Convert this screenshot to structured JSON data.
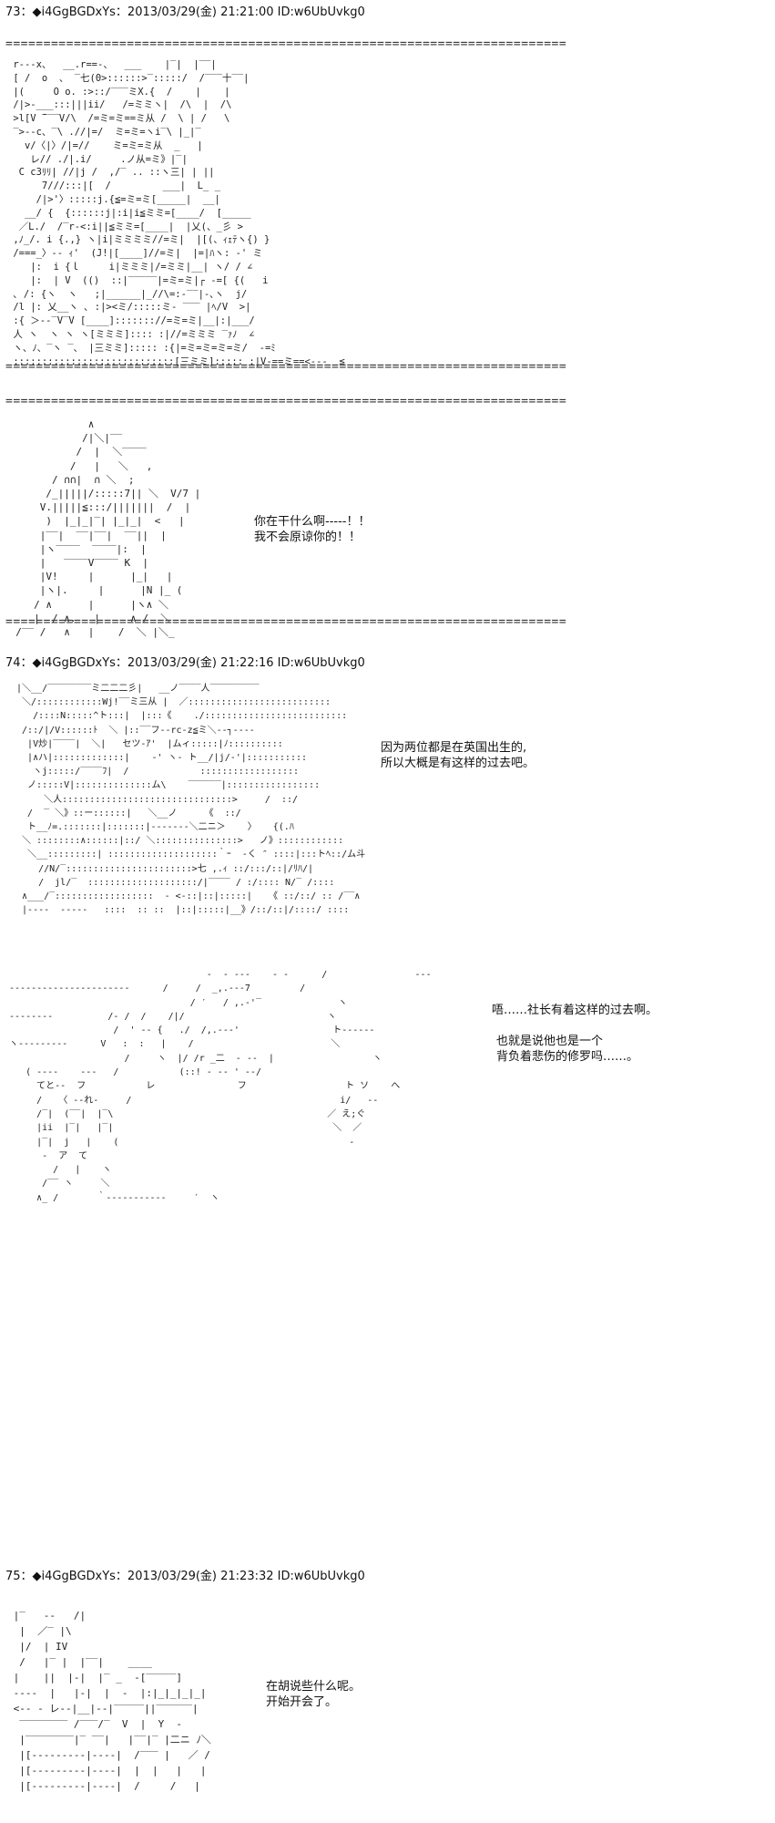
{
  "posts": [
    {
      "header": "73：◆i4GgBGDxYs：2013/03/29(金) 21:21:00 ID:w6UbUvkg0"
    },
    {
      "header": "74：◆i4GgBGDxYs：2013/03/29(金) 21:22:16 ID:w6UbUvkg0"
    },
    {
      "header": "75：◆i4GgBGDxYs：2013/03/29(金) 21:23:32 ID:w6UbUvkg0"
    }
  ],
  "separator": "==========================================================================",
  "speech": [
    {
      "lines": [
        "你在干什么啊-----！！",
        "我不会原谅你的！！"
      ]
    },
    {
      "lines": [
        "因为两位都是在英国出生的,",
        "所以大概是有这样的过去吧。"
      ]
    },
    {
      "lines": [
        "唔……社长有着这样的过去啊。"
      ]
    },
    {
      "lines": [
        "也就是说他也是一个",
        "背负着悲伤的修罗吗……。"
      ]
    },
    {
      "lines": [
        "在胡说些什么呢。",
        "开始开会了。"
      ]
    }
  ],
  "art": {
    "a1": " r‐--x、  __.r==-、  ___    |‾|  |‾‾|\n [ /  o  、 ‾七(0>::::::>‾:::::/  /‾‾‾十‾‾|\n |(     O o. :>::/‾‾‾ミX.{  /    |    |\n /|>-___:::|||ii/   /=ミミヽ|  /\\  |  /\\\n >l[V ̄‾‾‾V/\\  /=ミ=ミ==ミ从 /  \\ | /   \\\n ‾>--c、‾\\ .//|=/  ミ=ミ=ヽi‾\\ |_|‾\n   v/〈|〉/|=//    ミ=ミ=ミ从  _   |\n    レ// ./|.i/     .ノ从=ミ》|‾|\n  C c3ﾘﾘ| //|j /  ,/‾ .. ::ヽ三| | ||\n      7///:::|[  /         ___|  L_ _\n     /|>'〉:::::j.{≦=ミ=ミ[_____|  __|\n   __/ {  {::::::j|:i|i≦ミミ=[____/  [_____\n  ／L./  /‾r‐<:i||≦ミミ=[____|  |乂(、_彡 >\n ,ﾉ_/. i {.,} ヽ|i|ミミミミ//=ミ|  |[(、ｨｪﾃヽ{) }\n /===_〉‐- ｨ'  (J!|[____]//=ミ|  |=|ﾊヽ: ‐' ミ\n    |:  i {ｌ     i|ミミミ|/=ミミ|__| ヽ/ / ∠\n    |:  | V  (()  ::|‾‾‾‾‾|=ミ=ミ|┌ ‐=[ {(   i\n ､ /: {ヽ  ヽ   ;|______|_//\\=:-‾‾|‐､ヽ  j/\n /l |: 乂__ヽ ､ :|><ミ/:::::ミ‐ ‾‾‾ |ﾍ/V  >|\n :{ ＞-‐‾V‾V [____]::::::://=ミ=ミ|__|:|___/\n 人 ヽ  ヽ ヽ ヽ[ミミミ]:::: :|//=ミミミ ‾ｧﾉ  ∠\n ヽ、ﾉ、‾ヽ ‾、 |三ミミ]::::: :{|=ミ=ミ=ミ=ミ/  ‐=ﾐ\n ::::::::::::::::::::::::::::[三ミミ]::::: :|V‐==ミ==<‐‐-  ≦",
    "a2": "              ∧\n             /|＼|‾‾\n            /  |  ＼‾‾‾‾\n           /   |   ＼   ,\n        / ∩∩|  ∩ ＼  ;\n       /_|||||/:::::7|| ＼  V/7 |\n      V.|||||≦:::/|||||||  /  |\n       )  |_|_|‾| |_|_|  <   |\n      |‾‾|  ‾‾|‾‾|  ‾‾||  |\n      |ヽ‾‾‾‾  ‾‾‾‾|:  |\n      |   ‾‾‾‾V‾‾‾‾ K  |\n      |V!     |      |_|   |\n      |ヽ|.     |      |N |_ (\n     / ∧      |      |ヽ∧ ＼\n     |  / ∧.   |     ∧ /  ＼\n  /‾‾ /   ∧   |    /  ＼ |＼_",
    "a3": " |＼__/‾‾‾‾‾‾‾‾ミ二二二彡|   __ノ‾‾‾‾人‾‾‾‾‾‾‾‾‾\n  ＼/::::::::::::Wj!‾‾ミ三从 |  ／::::::::::::::::::::::::::\n    /::::N:::::^ト:::|  |:::《    ./::::::::::::::::::::::::::\n  /::/|/V::::::ﾄ  ＼ |::‾‾フ‐‐rc‐z≦ミ＼‐‐┐‐‐‐‐\n   |V炒|‾‾‾‾|  ＼|   セツ‐ｱ'  |ムィ:::::|ﾉ::::::::::\n   |∧ハ|:::::::::::::|    ‐' ヽ‐ ト__/|j/‐'|:::::::::::\n    ヽj:::::/‾‾‾‾ﾌ|  /             ::::::::::::::::::\n   ノ:::::V|::::::::::::::ム\\    ‾‾‾‾‾‾|:::::::::::::::::\n      ＼人:::::::::::::::::::::::::::::::>     /  ::/\n   /  ‾ ＼》::ー::::::|   ＼__ノ     《  ::/\n   ト__ﾉ=.:::::::|:::::::|‐‐‐‐‐‐‐＼二ニ＞    〉   {(.ﾊ\n  ＼ ::::::::∧::::::|::/ ＼:::::::::::::::>   ノ》::::::::::::\n   ＼__:::::::::| ::::::::::::::::::::｀ｰ  ‐く ″ ::::|:::トﾍ::/ム斗\n     //N/‾:::::::::::::::::::::::>七 ,.ｨ ::/:::/::|/ﾘﾊ/|\n     /  jl/‾  ::::::::::::::::::::/|‾‾‾‾ / :/:::: N/‾ /::::\n  ∧___/‾::::::::::::::::::  ‐ <‐::|::|:::::|   《 ::/::/ :: /‾‾∧\n  |‐‐‐‐  ‐‐‐‐‐   ::::  :: ::  |::|:::::|__》/::/::|/::::/ ::::",
    "a4": "                                     ‐  ‐ ‐‐‐    ‐ ‐      /                ‐‐‐\n ‐‐‐‐‐‐‐‐‐‐‐‐‐‐‐‐‐‐‐‐‐‐      /     /  _,.-‐‐7         /\n                                  / ′   / ,.-'‾              ヽ\n ‐‐‐‐‐‐‐‐          /‐ /  /    /|/                          ヽ\n                    /  ' ‐- {   ./  /,.‐‐‐'                 ト‐‐‐‐‐‐\n ヽ‐‐‐‐‐‐‐‐‐      V   :  :   |    /                         ＼\n                      /     ヽ  |/ /r _二  ‐ ‐‐  |                  ヽ\n    ( ‐‐‐‐    ‐‐‐   /           (::! ‐ ‐‐ ' ‐‐/\n      てと‐‐  フ           レ               フ                  ト ソ    へ\n      /   〈 ‐‐れ‐     /                                      i/   ‐‐\n      /‾|  (‾‾|  |‾\\                                       ／ え;ぐ\n      |ii  |‾|   |‾|                                        ＼  ／\n      |‾|  j   |    (                                          ‐\n       ‐  ア  て\n         /   |    ヽ\n       /‾‾ ヽ     ＼\n      ∧_ /       ｀‐‐‐‐‐‐‐‐‐‐‐     ′  ヽ",
    "a5": " |‾   ‐‐   /|\n  |  ／‾ |\\\n  |/  | IV\n  /   |‾ |  |‾‾|    ____\n |    ||  |‐|  |‾ _  ‐[‾‾‾‾‾]\n ‐‐‐‐  |   |‐|  |  ‐  |:|_|_|_|_|\n <‐‐ ‐ レ‐‐|__|‐‐|‾‾‾‾‾||‾‾‾‾‾‾|\n  ‾‾‾‾‾‾‾‾ /‾‾‾/‾  V  |  Y  ‐\n  |‾‾‾‾‾‾‾‾|‾ ‾‾|   |‾‾|‾ |二ニ ﾉ＼\n  |[‐‐‐‐‐‐‐‐‐|‐‐‐‐|  /‾‾‾ |   ／ /\n  |[‐‐‐‐‐‐‐‐‐|‐‐‐‐|  |  |   |   |\n  |[‐‐‐‐‐‐‐‐‐|‐‐‐‐|  /     /   |"
  }
}
